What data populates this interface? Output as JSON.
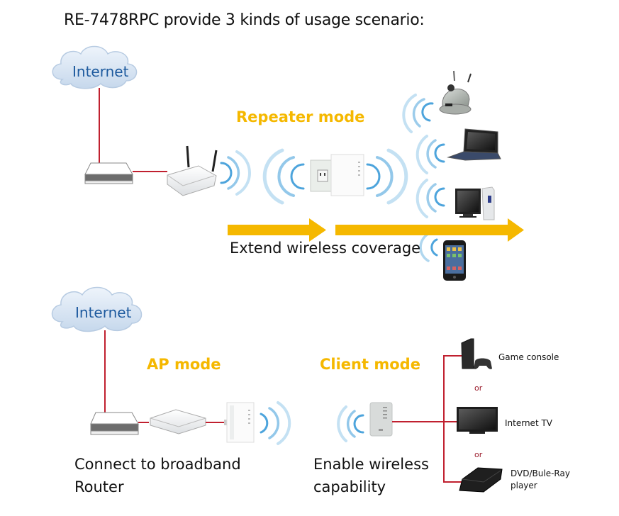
{
  "title": "RE-7478RPC provide 3 kinds of usage scenario:",
  "colors": {
    "mode_label": "#f5b800",
    "arrow": "#f5b800",
    "cable": "#c0202f",
    "wave": "#3a9ad8",
    "cloud_text": "#1d5a9e",
    "or_text": "#9b1c2c"
  },
  "repeater": {
    "mode_label": "Repeater mode",
    "cloud_label": "Internet",
    "caption": "Extend wireless coverage",
    "devices": [
      "modem",
      "wireless-router",
      "repeater",
      "ip-camera",
      "laptop",
      "desktop-pc",
      "smartphone"
    ]
  },
  "ap": {
    "mode_label": "AP mode",
    "cloud_label": "Internet",
    "caption_line1": "Connect to broadband",
    "caption_line2": "Router",
    "devices": [
      "modem",
      "broadband-router",
      "repeater"
    ]
  },
  "client": {
    "mode_label": "Client mode",
    "caption_line1": "Enable wireless",
    "caption_line2": "capability",
    "or_label": "or",
    "targets": [
      {
        "label_line1": "Game console",
        "label_line2": ""
      },
      {
        "label_line1": "Internet TV",
        "label_line2": ""
      },
      {
        "label_line1": "DVD/Bule-Ray",
        "label_line2": "player"
      }
    ]
  }
}
